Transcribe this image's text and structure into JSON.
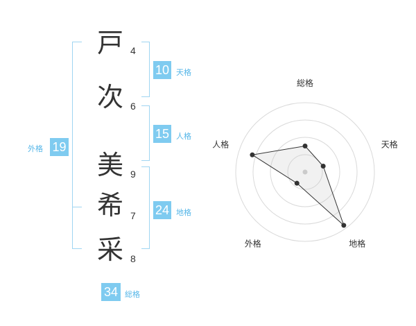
{
  "name_chars": [
    {
      "char": "戸",
      "strokes": "4"
    },
    {
      "char": "次",
      "strokes": "6"
    },
    {
      "char": "美",
      "strokes": "9"
    },
    {
      "char": "希",
      "strokes": "7"
    },
    {
      "char": "采",
      "strokes": "8"
    }
  ],
  "fortunes": {
    "tenkaku": {
      "value": "10",
      "label": "天格"
    },
    "jinkaku": {
      "value": "15",
      "label": "人格"
    },
    "chikaku": {
      "value": "24",
      "label": "地格"
    },
    "gaikaku": {
      "value": "19",
      "label": "外格"
    },
    "soukaku": {
      "value": "34",
      "label": "総格"
    }
  },
  "colors": {
    "accent": "#7fcbf0",
    "bracket": "#9fd5f2",
    "label": "#55b6e8"
  },
  "chart_data": {
    "type": "radar",
    "axes": [
      "総格",
      "天格",
      "地格",
      "外格",
      "人格"
    ],
    "levels": 4,
    "max": 4,
    "values": [
      1.5,
      1.1,
      3.8,
      0.8,
      3.2
    ],
    "grid": true
  }
}
